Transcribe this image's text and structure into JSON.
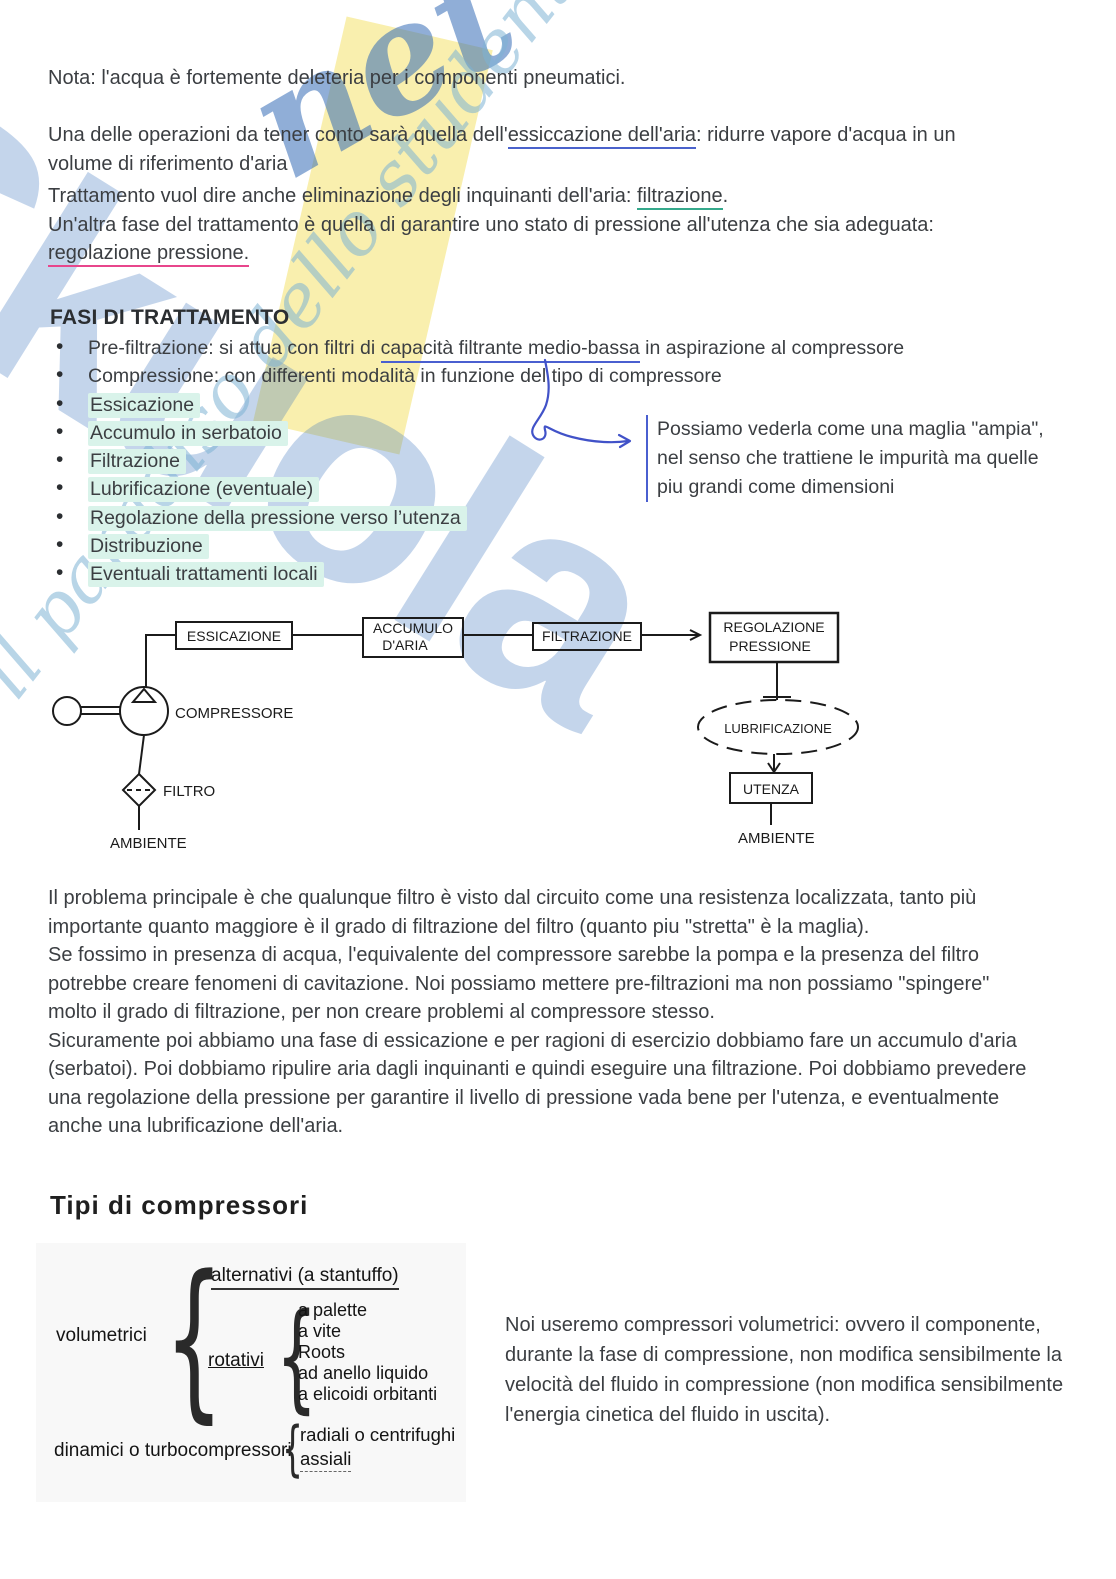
{
  "intro": {
    "note": "Nota: l'acqua è fortemente deleteria per i componenti pneumatici.",
    "ops_pre": "Una delle operazioni da tener conto sarà quella dell'",
    "ops_link": "essiccazione dell'aria",
    "ops_post": ": ridurre vapore d'acqua in un volume di riferimento d'aria",
    "tratt_pre": "Trattamento vuol dire anche eliminazione degli inquinanti dell'aria: ",
    "tratt_link": "filtrazione",
    "tratt_dot": ".",
    "tratt_line2": "Un'altra fase del trattamento è quella di garantire uno stato di pressione all'utenza che sia adeguata:",
    "tratt_link2": "regolazione pressione."
  },
  "fasi": {
    "title": "FASI DI TRATTAMENTO",
    "items": [
      {
        "pre": "Pre-filtrazione: si attua con filtri di ",
        "u": "capacità filtrante medio-bassa",
        "post": " in aspirazione al compressore"
      },
      {
        "text": "Compressione: con differenti modalità in funzione del tipo di compressore"
      },
      {
        "text": "Essicazione"
      },
      {
        "text": "Accumulo in serbatoio"
      },
      {
        "text": "Filtrazione"
      },
      {
        "text": "Lubrificazione (eventuale)"
      },
      {
        "text": "Regolazione della pressione verso l’utenza"
      },
      {
        "text": "Distribuzione"
      },
      {
        "text": "Eventuali trattamenti locali"
      }
    ],
    "annotation": [
      "Possiamo vederla come una maglia \"ampia\",",
      "nel senso che trattiene le impurità ma quelle",
      "piu grandi come dimensioni"
    ]
  },
  "diagram": {
    "essicazione": "ESSICAZIONE",
    "accumulo_l1": "ACCUMULO",
    "accumulo_l2": "D'ARIA",
    "filtrazione": "FILTRAZIONE",
    "regolazione_l1": "REGOLAZIONE",
    "regolazione_l2": "PRESSIONE",
    "lubrificazione": "LUBRIFICAZIONE",
    "utenza": "UTENZA",
    "compressore": "COMPRESSORE",
    "filtro": "FILTRO",
    "ambiente_sx": "AMBIENTE",
    "ambiente_dx": "AMBIENTE"
  },
  "body": {
    "p1": "Il problema principale è che qualunque filtro è visto dal circuito come una resistenza localizzata, tanto più importante quanto maggiore è il grado di filtrazione del filtro (quanto piu \"stretta\" è la maglia).",
    "p2": "Se fossimo in presenza di acqua, l'equivalente del compressore sarebbe la pompa e la presenza del filtro potrebbe creare fenomeni di cavitazione. Noi possiamo mettere pre-filtrazioni ma non possiamo \"spingere\" molto il grado di filtrazione, per non creare problemi al compressore stesso.",
    "p3": "Sicuramente poi abbiamo una fase di essicazione e per ragioni di esercizio dobbiamo fare un accumulo d'aria (serbatoi). Poi dobbiamo ripulire aria dagli inquinanti e quindi eseguire una filtrazione. Poi dobbiamo prevedere una regolazione della pressione per garantire il livello di pressione vada bene per l'utenza, e eventualmente anche una lubrificazione dell'aria."
  },
  "tipi": {
    "title": "Tipi di compressori",
    "volumetrici": "volumetrici",
    "alternativi": "alternativi (a stantuffo)",
    "rotativi": "rotativi",
    "rot_items": [
      "a palette",
      "a vite",
      "Roots",
      "ad anello liquido",
      "a elicoidi orbitanti"
    ],
    "dinamici": "dinamici o turbocompressori",
    "din_items": [
      "radiali o centrifughi",
      "assiali"
    ],
    "side_text": "Noi useremo compressori volumetrici: ovvero il componente, durante la fase di compressione, non modifica sensibilmente la velocità del fluido in compressione (non modifica sensibilmente l'energia cinetica del fluido in uscita)."
  },
  "watermark": {
    "brand": "Skuola",
    "net": "net",
    "tagline": "il paradiso dello studente"
  },
  "colors": {
    "underline_blue": "#4a62cc",
    "underline_green": "#35a98c",
    "underline_pink": "#e8468c",
    "pen_blue": "#4152c8",
    "highlight_mint": "#d9f3ea",
    "watermark_blue": "#3a74bc",
    "watermark_yellow": "#f9efae",
    "text_dark": "#3b3e42"
  }
}
